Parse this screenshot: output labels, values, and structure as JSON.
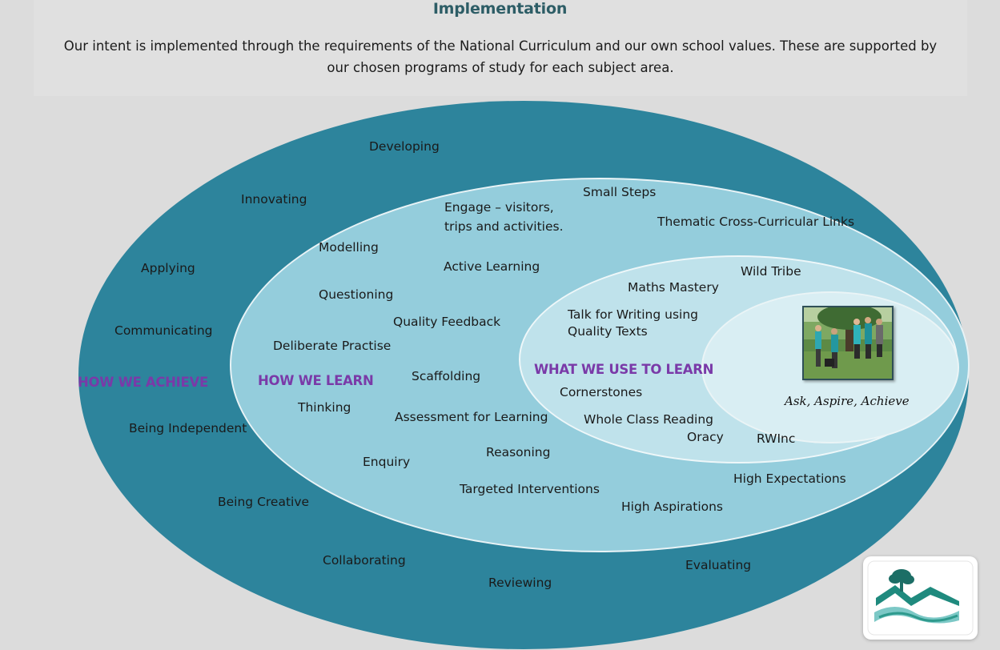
{
  "header": {
    "title": "Implementation",
    "intro_line1": "Our intent is implemented through the requirements of the National Curriculum and our own school values. These are supported by",
    "intro_line2": "our chosen programs of study for each subject area."
  },
  "diagram": {
    "outer": {
      "heading": "HOW WE ACHIEVE",
      "items": [
        "Developing",
        "Innovating",
        "Applying",
        "Communicating",
        "Being Independent",
        "Being Creative",
        "Collaborating",
        "Reviewing",
        "Evaluating"
      ]
    },
    "middle": {
      "heading": "HOW WE LEARN",
      "items": [
        "Small Steps",
        "Engage – visitors,",
        "trips and activities.",
        "Thematic Cross-Curricular Links",
        "Modelling",
        "Active Learning",
        "Questioning",
        "Quality Feedback",
        "Deliberate Practise",
        "Scaffolding",
        "Thinking",
        "Assessment for Learning",
        "Enquiry",
        "Reasoning",
        "Targeted Interventions",
        "High Aspirations",
        "High Expectations"
      ]
    },
    "inner": {
      "heading": "WHAT WE USE TO LEARN",
      "items": [
        "Wild Tribe",
        "Maths Mastery",
        "Talk for Writing using",
        "Quality Texts",
        "Cornerstones",
        "Whole Class Reading",
        "Oracy",
        "RWInc"
      ]
    },
    "core": {
      "motto": "Ask, Aspire, Achieve"
    }
  },
  "colors": {
    "outer": "#2d849c",
    "middle": "#94cddc",
    "inner": "#bfe2eb",
    "core": "#d9eef3",
    "heading": "#7a3aa8",
    "title": "#2d5d66"
  }
}
